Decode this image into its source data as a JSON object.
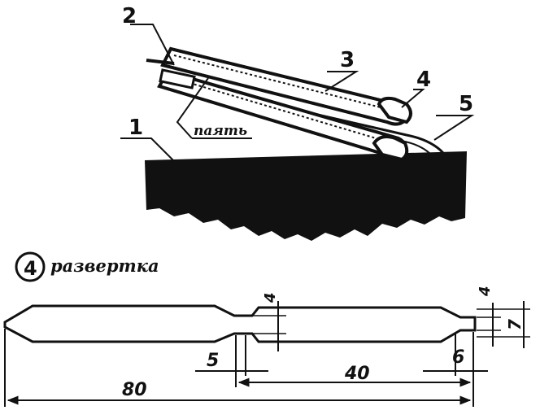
{
  "callouts": {
    "part_1": "1",
    "part_2": "2",
    "part_3": "3",
    "part_4": "4",
    "part_5": "5",
    "solder_note": "паять"
  },
  "section": {
    "number": "4",
    "caption": "развертка"
  },
  "dimensions": {
    "overall_length": "80",
    "neck_width": "5",
    "middle_length": "40",
    "end_length": "6",
    "neck_height": "4",
    "tip_height": "4",
    "end_height": "7"
  }
}
